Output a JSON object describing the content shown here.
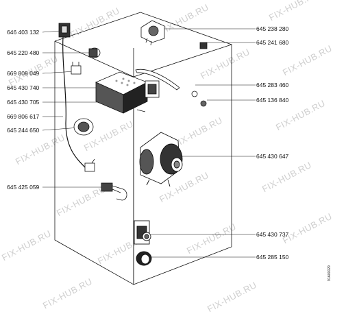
{
  "watermark": "FIX-HUB.RU",
  "drawing_code": "91A00029",
  "labels_left": [
    "646 403 132",
    "645 220 480",
    "669 808 049",
    "645 430 740",
    "645 430 705",
    "669 806 617",
    "645 244 650",
    "645 425 059"
  ],
  "labels_right": [
    "645 238 280",
    "645 241 680",
    "645 283 460",
    "645 136 840",
    "645 430 647",
    "645 430 737",
    "645 285 150"
  ]
}
